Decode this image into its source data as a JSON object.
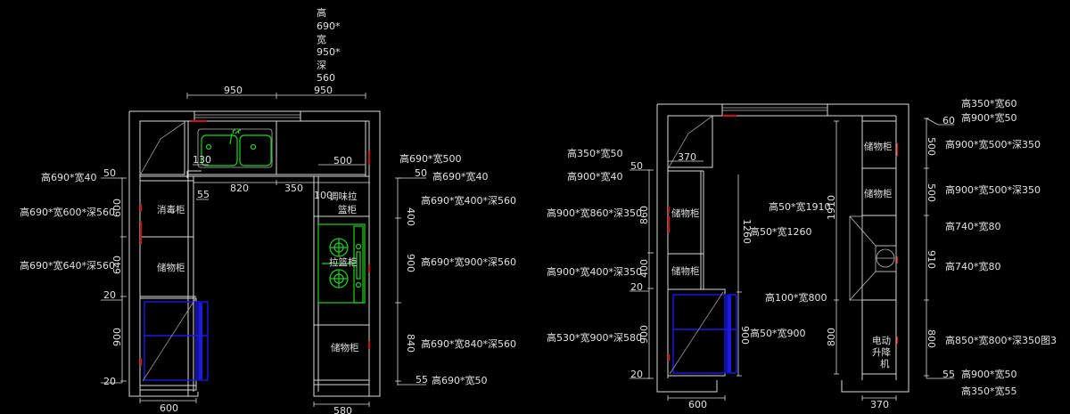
{
  "colors": {
    "background": "#000000",
    "lines": "#d8d8d8",
    "appliance": "#22d022",
    "fridge": "#1a1ae0",
    "marker": "#d01010"
  },
  "left_plan": {
    "top_note": [
      "高",
      "690*",
      "宽",
      "950*",
      "深",
      "560"
    ],
    "top_dims": [
      "950",
      "950"
    ],
    "inner_dims": {
      "d130": "130",
      "d500": "500",
      "d820": "820",
      "d350": "350",
      "d55": "55",
      "d100": "100"
    },
    "cabinets": {
      "disinfect": "消毒柜",
      "storage1": "储物柜",
      "seasoning_1": "调味拉",
      "seasoning_2": "篮柜",
      "pull_basket": "拉篮柜",
      "storage2": "储物柜"
    },
    "left_dims": [
      "50",
      "600",
      "640",
      "20",
      "900",
      "20"
    ],
    "left_labels": [
      "高690*宽40",
      "高690*宽600*深560",
      "高690*宽640*深560"
    ],
    "right_dims": [
      "50",
      "400",
      "900",
      "840",
      "55"
    ],
    "right_labels": [
      "高690*宽500",
      "高690*宽40",
      "高690*宽400*深560",
      "高690*宽900*深560",
      "高690*宽840*深560",
      "高690*宽50"
    ],
    "bottom_dims": [
      "600",
      "580"
    ]
  },
  "right_plan": {
    "left_labels": [
      "高350*宽50",
      "高900*宽40",
      "高900*宽860*深350",
      "高900*宽400*深350",
      "高530*宽900*深580"
    ],
    "left_dims": [
      "50",
      "860",
      "400",
      "20",
      "900",
      "20"
    ],
    "inner_dims": {
      "d370_top": "370",
      "d1260": "1260",
      "d900": "900",
      "d1910": "1910",
      "d800": "800"
    },
    "inner_labels": [
      "高50*宽1910",
      "高50*宽1260",
      "高100*宽800",
      "高50*宽900"
    ],
    "cabinets": {
      "storage_a": "储物柜",
      "storage_b": "储物柜",
      "storage_c": "储物柜",
      "storage_d": "储物柜",
      "lift_1": "电动",
      "lift_2": "升降",
      "lift_3": "机"
    },
    "right_dims": [
      "60",
      "500",
      "500",
      "910",
      "800",
      "55"
    ],
    "right_labels": [
      "高350*宽60",
      "高900*宽50",
      "高900*宽500*深350",
      "高900*宽500*深350",
      "高740*宽80",
      "高740*宽80",
      "高850*宽800*深350图3",
      "高900*宽50",
      "高350*宽55"
    ],
    "bottom_dims": [
      "600",
      "370"
    ]
  }
}
